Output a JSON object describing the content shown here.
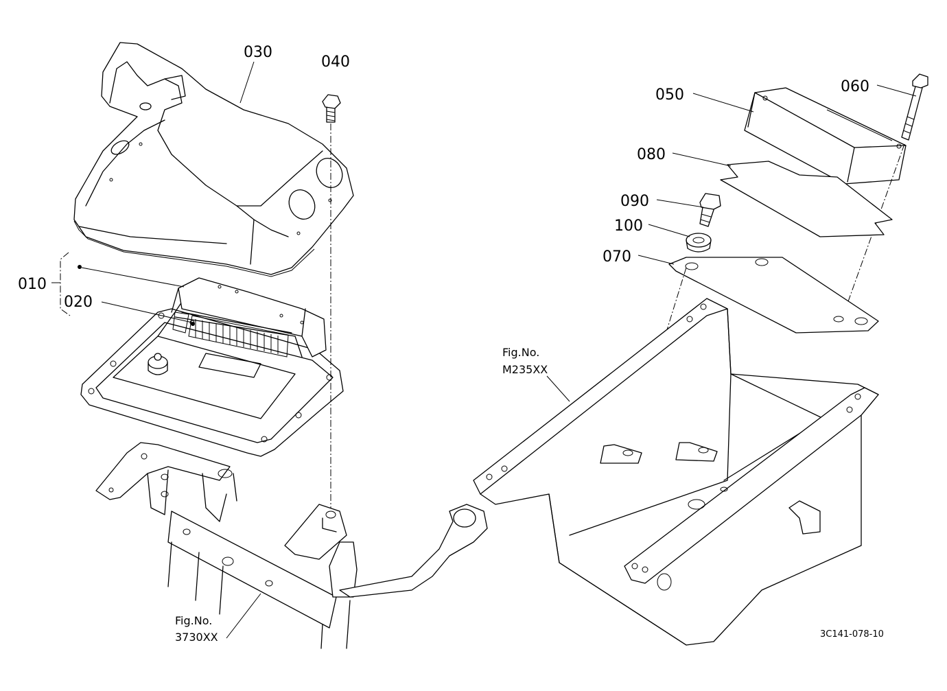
{
  "labels": {
    "p010": "010",
    "p020": "020",
    "p030": "030",
    "p040": "040",
    "p050": "050",
    "p060": "060",
    "p070": "070",
    "p080": "080",
    "p090": "090",
    "p100": "100"
  },
  "fig_refs": {
    "left_caption": "Fig.No.",
    "left_number": "3730XX",
    "right_caption": "Fig.No.",
    "right_number": "M235XX"
  },
  "drawing_ref": "3C141-078-10"
}
